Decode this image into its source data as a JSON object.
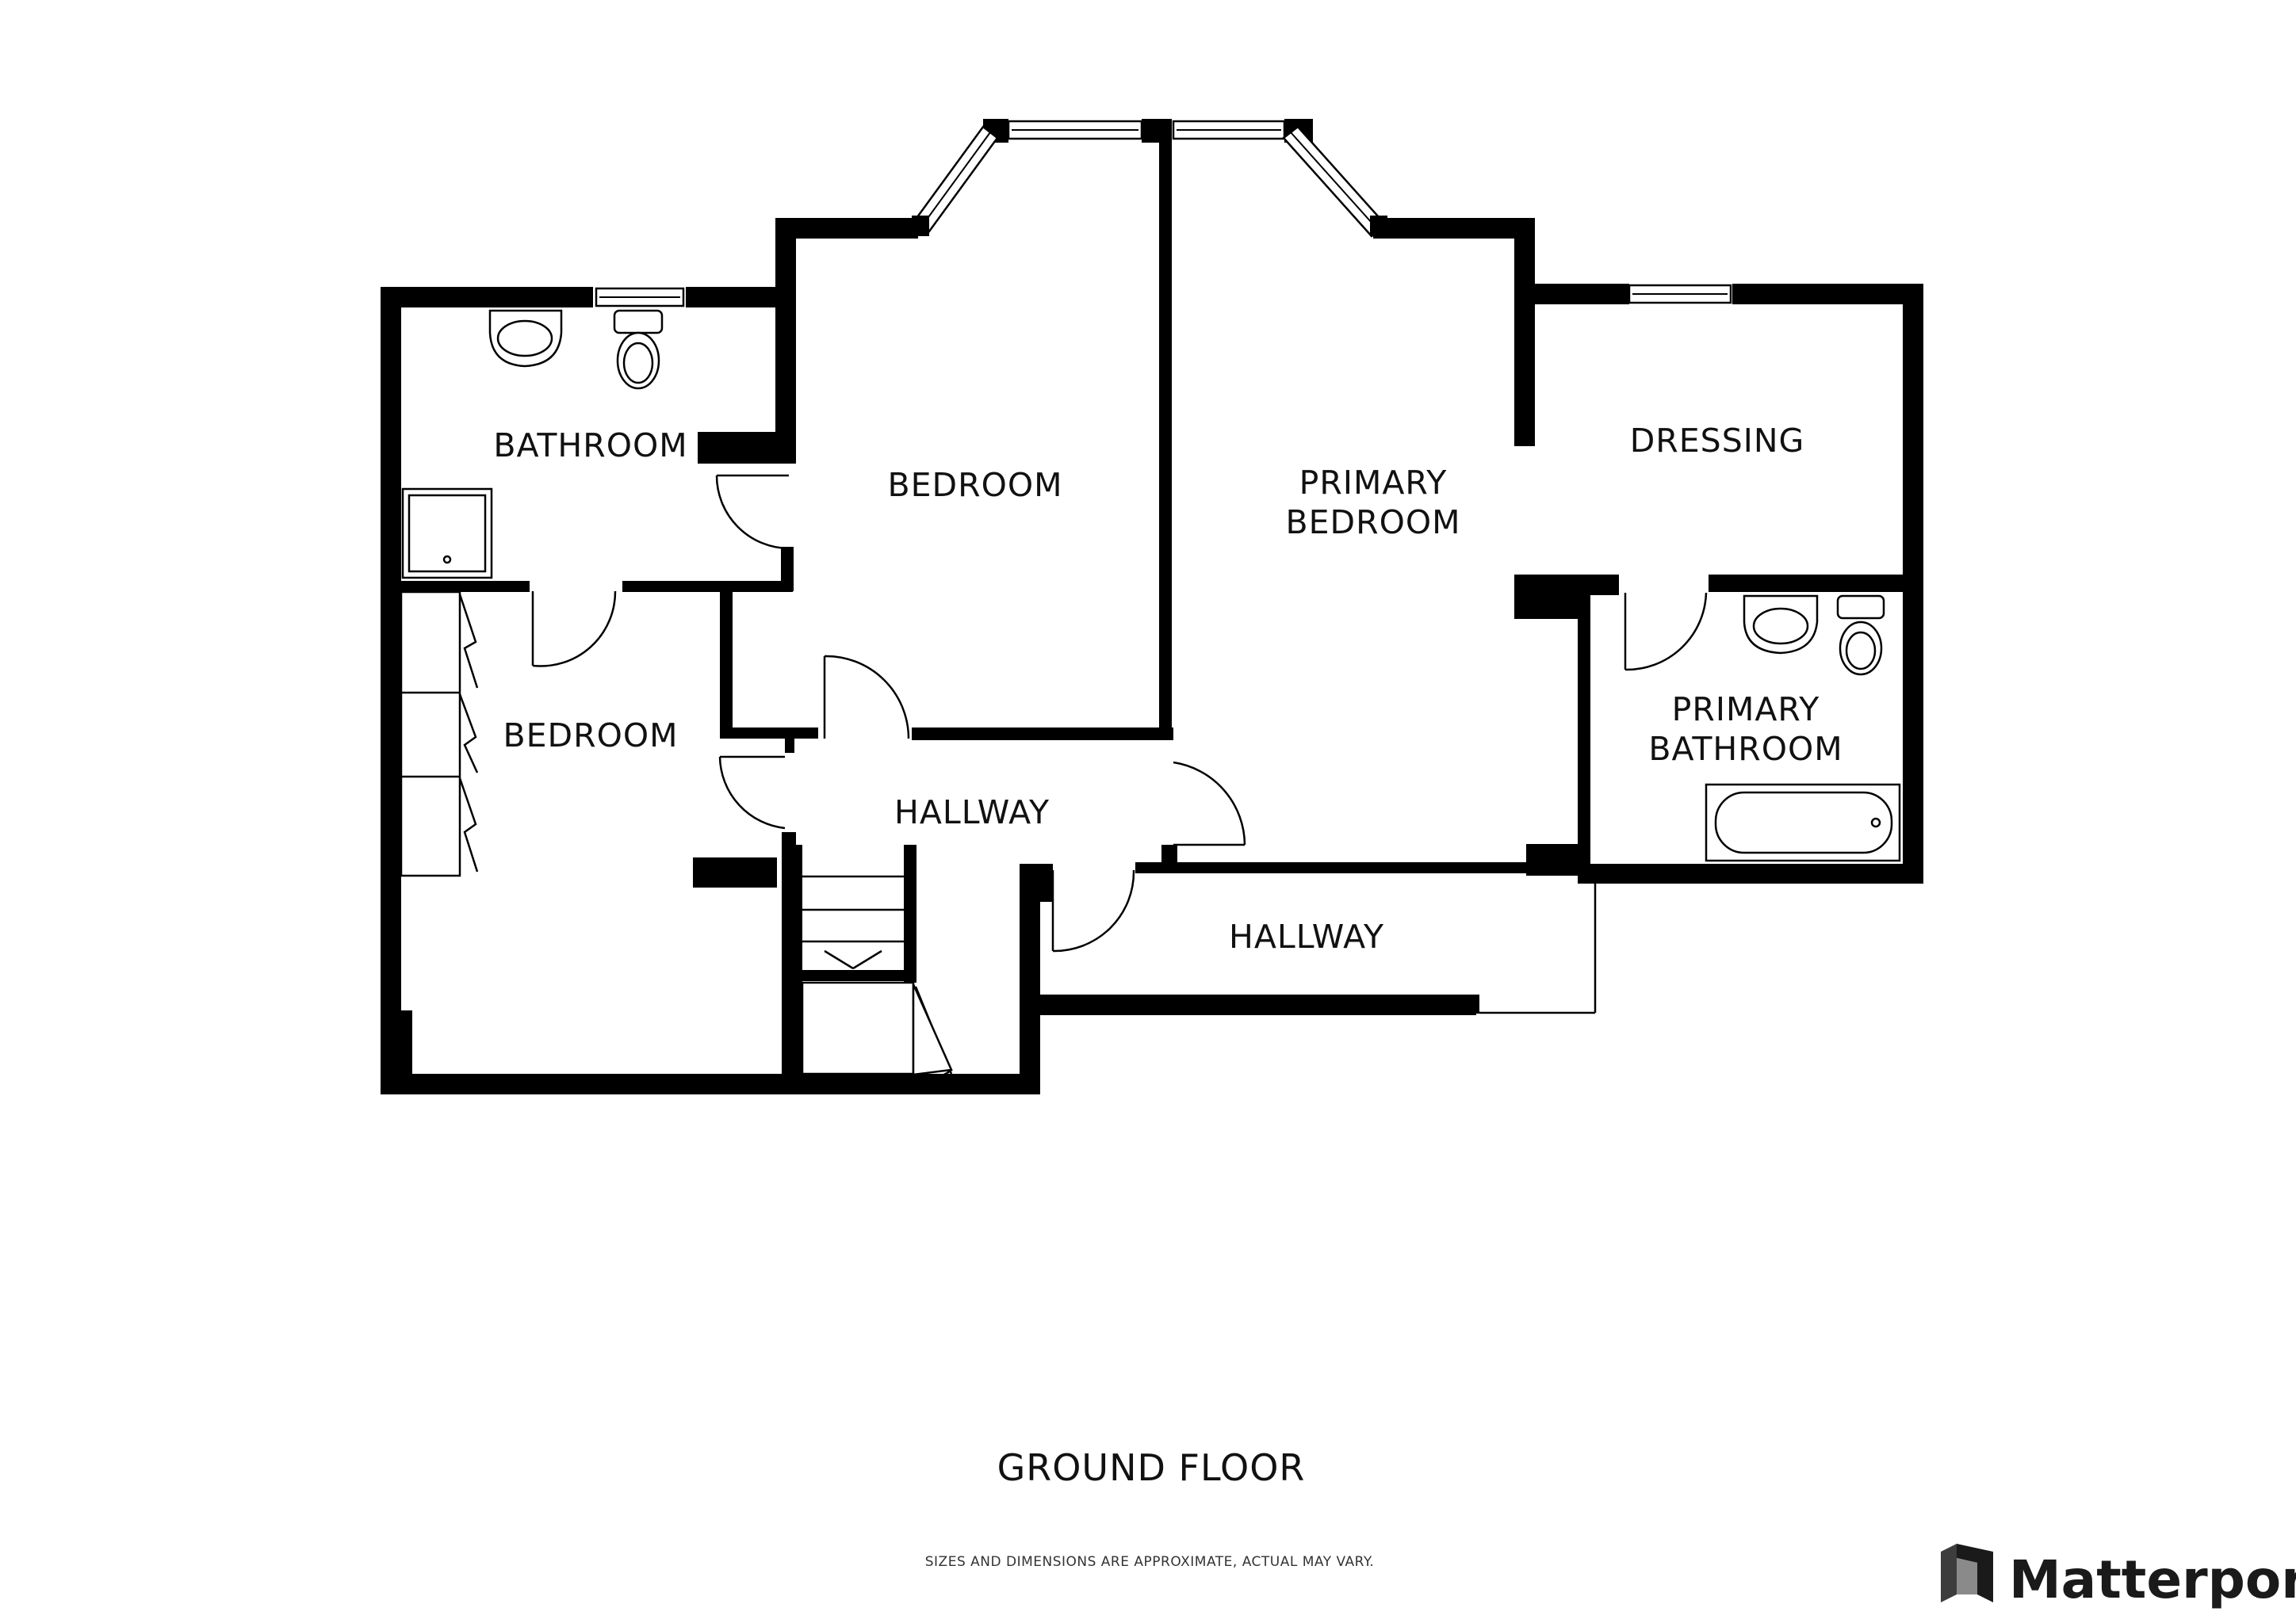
{
  "rooms": {
    "bathroom": "BATHROOM",
    "bedroom_center": "BEDROOM",
    "primary_bedroom_line1": "PRIMARY",
    "primary_bedroom_line2": "BEDROOM",
    "dressing": "DRESSING",
    "bedroom_left": "BEDROOM",
    "hallway_center": "HALLWAY",
    "hallway_lower": "HALLWAY",
    "primary_bathroom_line1": "PRIMARY",
    "primary_bathroom_line2": "BATHROOM"
  },
  "floor_title": "GROUND FLOOR",
  "disclaimer": "SIZES AND DIMENSIONS ARE APPROXIMATE, ACTUAL MAY VARY.",
  "brand": {
    "name": "Matterport",
    "logo_icon": "matterport-logo-icon"
  },
  "colors": {
    "wall": "#000000",
    "background": "#ffffff"
  }
}
